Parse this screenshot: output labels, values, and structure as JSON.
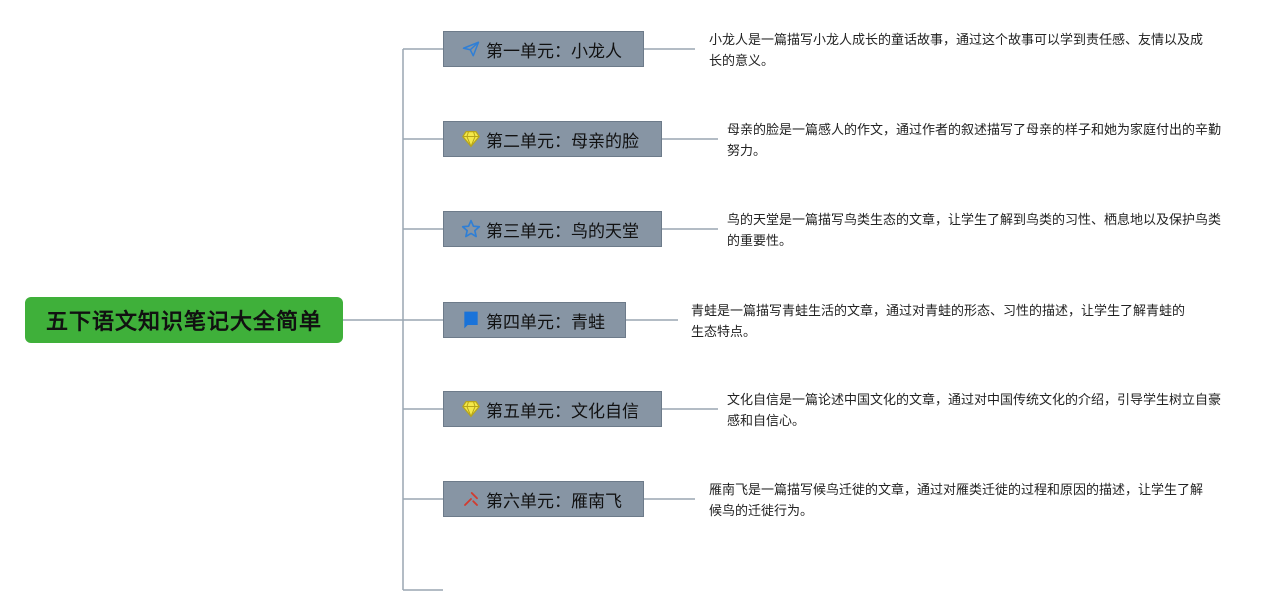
{
  "root": {
    "label": "五下语文知识笔记大全简单"
  },
  "units": [
    {
      "label": "第一单元：小龙人",
      "icon": "paper-plane-icon",
      "description": "小龙人是一篇描写小龙人成长的童话故事，通过这个故事可以学到责任感、友情以及成长的意义。"
    },
    {
      "label": "第二单元：母亲的脸",
      "icon": "diamond-icon",
      "description": "母亲的脸是一篇感人的作文，通过作者的叙述描写了母亲的样子和她为家庭付出的辛勤努力。"
    },
    {
      "label": "第三单元：鸟的天堂",
      "icon": "star-icon",
      "description": "鸟的天堂是一篇描写鸟类生态的文章，让学生了解到鸟类的习性、栖息地以及保护鸟类的重要性。"
    },
    {
      "label": "第四单元：青蛙",
      "icon": "flag-icon",
      "description": "青蛙是一篇描写青蛙生活的文章，通过对青蛙的形态、习性的描述，让学生了解青蛙的生态特点。"
    },
    {
      "label": "第五单元：文化自信",
      "icon": "diamond-icon",
      "description": "文化自信是一篇论述中国文化的文章，通过对中国传统文化的介绍，引导学生树立自豪感和自信心。"
    },
    {
      "label": "第六单元：雁南飞",
      "icon": "tools-icon",
      "description": "雁南飞是一篇描写候鸟迁徙的文章，通过对雁类迁徙的过程和原因的描述，让学生了解候鸟的迁徙行为。"
    }
  ],
  "colors": {
    "root": "#3fb03a",
    "node": "#8795a4",
    "line": "#9aa6b2"
  }
}
